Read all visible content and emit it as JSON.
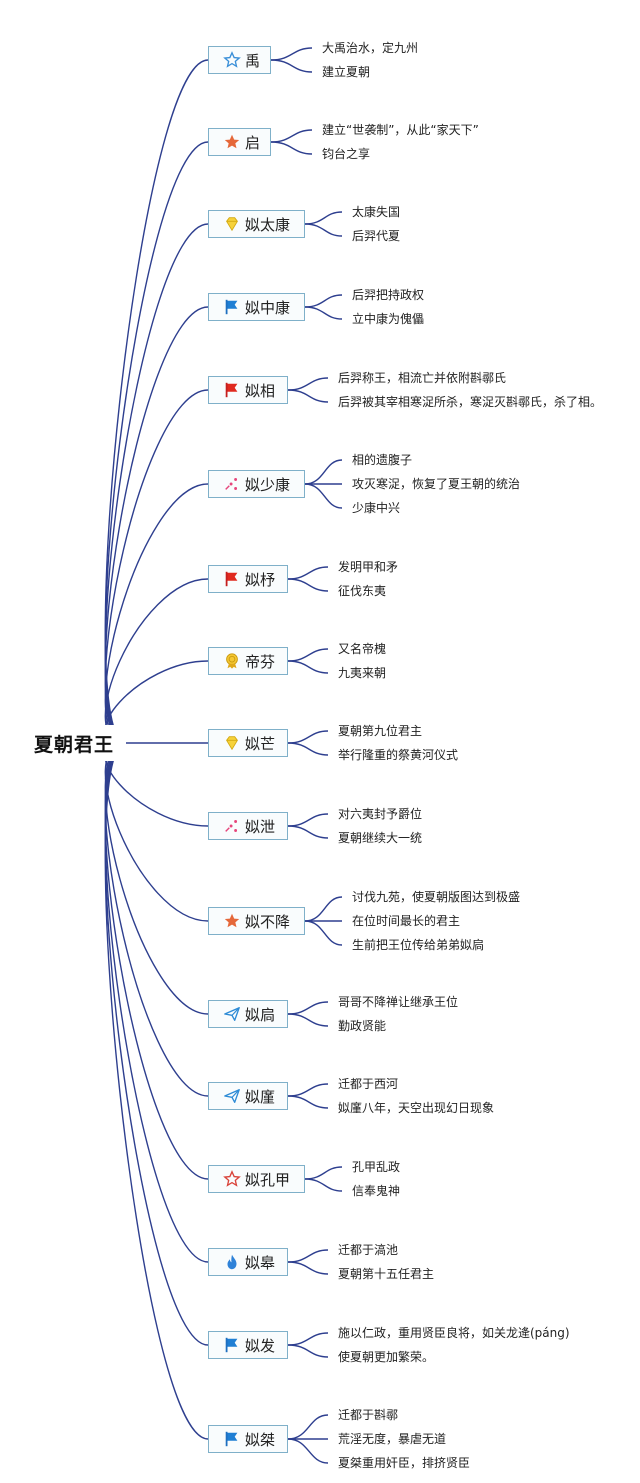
{
  "root": {
    "label": "夏朝君王"
  },
  "kings": [
    {
      "name": "禹",
      "icon": "star-outline-blue-icon",
      "facts": [
        "大禹治水，定九州",
        "建立夏朝"
      ]
    },
    {
      "name": "启",
      "icon": "star-orange-icon",
      "facts": [
        "建立“世袭制”，从此“家天下”",
        "钧台之享"
      ]
    },
    {
      "name": "姒太康",
      "icon": "gem-yellow-icon",
      "facts": [
        "太康失国",
        "后羿代夏"
      ]
    },
    {
      "name": "姒中康",
      "icon": "flag-blue-icon",
      "facts": [
        "后羿把持政权",
        "立中康为傀儡"
      ]
    },
    {
      "name": "姒相",
      "icon": "flag-red-icon",
      "facts": [
        "后羿称王，相流亡并依附斟鄩氏",
        "后羿被其宰相寒浞所杀，寒浞灭斟鄩氏，杀了相。"
      ]
    },
    {
      "name": "姒少康",
      "icon": "sparkle-pink-icon",
      "facts": [
        "相的遗腹子",
        "攻灭寒浞，恢复了夏王朝的统治",
        "少康中兴"
      ]
    },
    {
      "name": "姒杼",
      "icon": "flag-red-icon",
      "facts": [
        "发明甲和矛",
        "征伐东夷"
      ]
    },
    {
      "name": "帝芬",
      "icon": "medal-icon",
      "facts": [
        "又名帝槐",
        "九夷来朝"
      ]
    },
    {
      "name": "姒芒",
      "icon": "gem-yellow-icon",
      "facts": [
        "夏朝第九位君主",
        "举行隆重的祭黄河仪式"
      ]
    },
    {
      "name": "姒泄",
      "icon": "sparkle-pink-icon",
      "facts": [
        "对六夷封予爵位",
        "夏朝继续大一统"
      ]
    },
    {
      "name": "姒不降",
      "icon": "star-orange-icon",
      "facts": [
        "讨伐九苑，使夏朝版图达到极盛",
        "在位时间最长的君主",
        "生前把王位传给弟弟姒扃"
      ]
    },
    {
      "name": "姒扃",
      "icon": "paper-plane-icon",
      "facts": [
        "哥哥不降禅让继承王位",
        "勤政贤能"
      ]
    },
    {
      "name": "姒廑",
      "icon": "paper-plane-icon",
      "facts": [
        "迁都于西河",
        "姒廑八年，天空出现幻日现象"
      ]
    },
    {
      "name": "姒孔甲",
      "icon": "star-outline-red-icon",
      "facts": [
        "孔甲乱政",
        "信奉鬼神"
      ]
    },
    {
      "name": "姒皋",
      "icon": "flame-icon",
      "facts": [
        "迁都于滈池",
        "夏朝第十五任君主"
      ]
    },
    {
      "name": "姒发",
      "icon": "flag-blue-icon",
      "facts": [
        "施以仁政，重用贤臣良将，如关龙逄(páng)",
        "使夏朝更加繁荣。"
      ]
    },
    {
      "name": "姒桀",
      "icon": "flag-blue-icon",
      "facts": [
        "迁都于斟鄩",
        "荒淫无度，暴虐无道",
        "夏桀重用奸臣，排挤贤臣"
      ]
    }
  ]
}
